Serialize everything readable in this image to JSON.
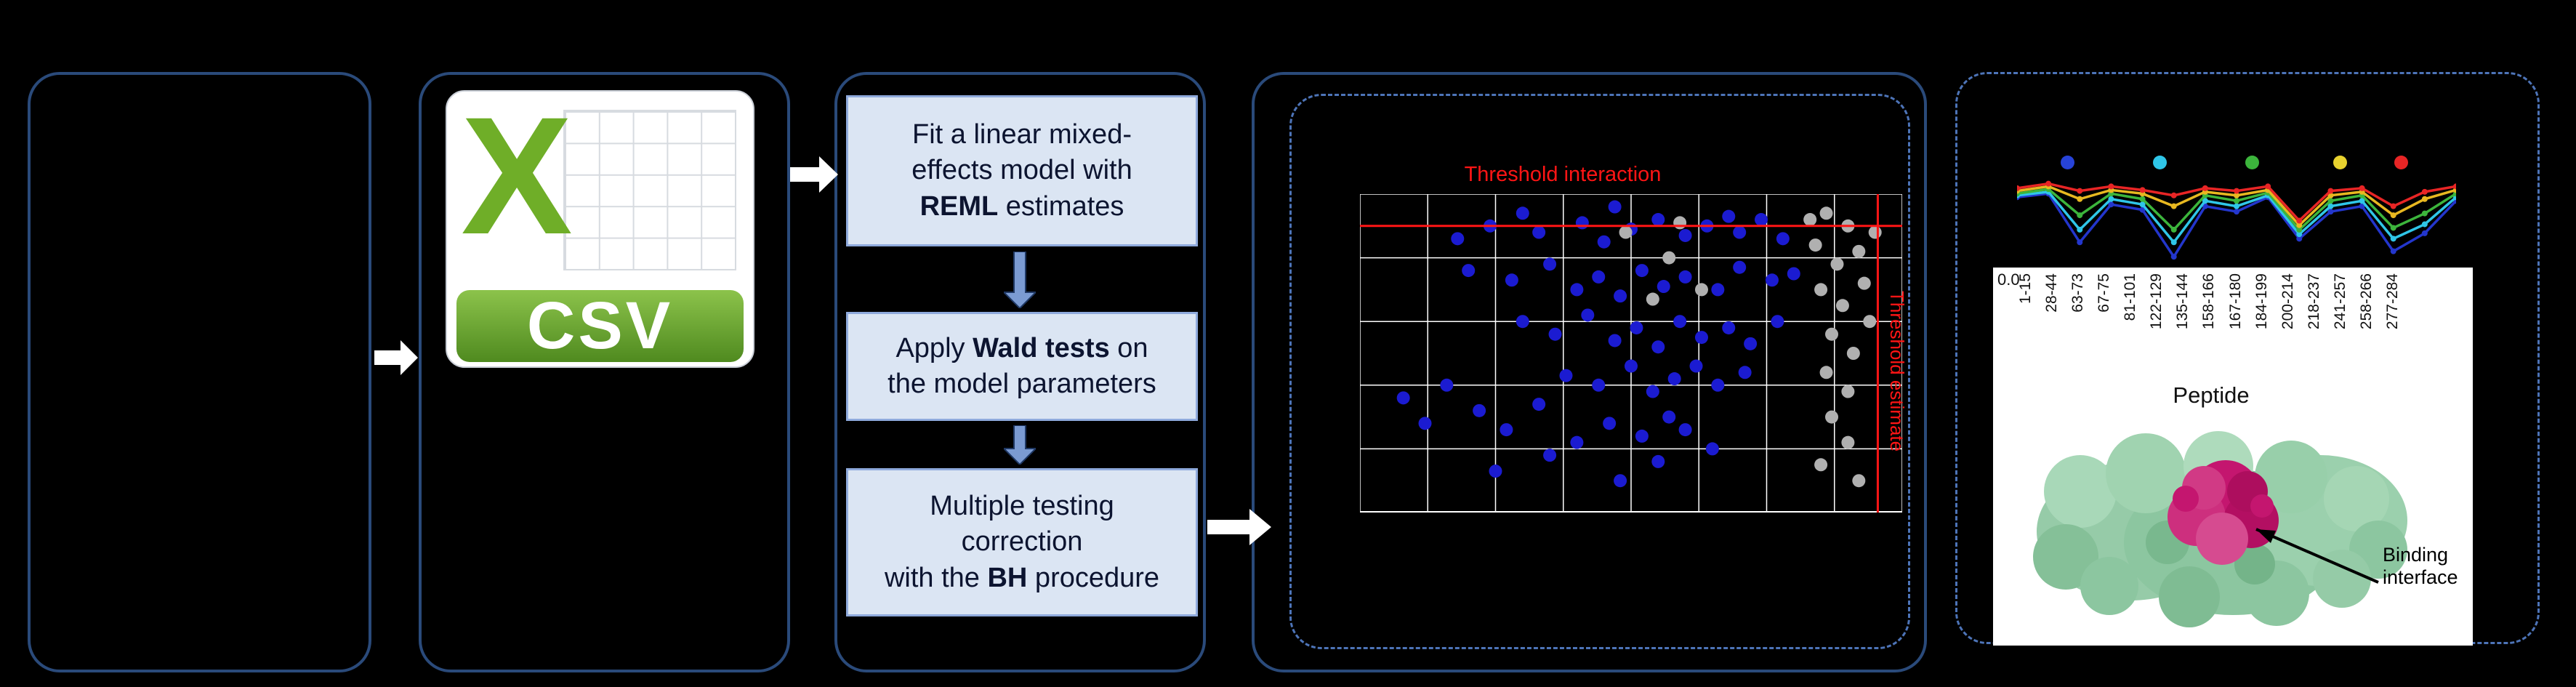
{
  "colors": {
    "background": "#000000",
    "panel_border": "#2a4a7a",
    "dashed_border": "#4d74b8",
    "step_fill": "#dbe5f3",
    "threshold_red": "#ff1515",
    "csv_green": "#5f9e2f"
  },
  "csv_icon": {
    "letter": "X",
    "label": "CSV"
  },
  "steps": [
    {
      "segments": [
        {
          "t": "Fit a linear mixed-\neffects model with\n"
        },
        {
          "t": "REML",
          "b": true
        },
        {
          "t": " estimates"
        }
      ]
    },
    {
      "segments": [
        {
          "t": "Apply "
        },
        {
          "t": "Wald tests",
          "b": true
        },
        {
          "t": " on\nthe model parameters"
        }
      ]
    },
    {
      "segments": [
        {
          "t": "Multiple testing\ncorrection\nwith the "
        },
        {
          "t": "BH",
          "b": true
        },
        {
          "t": " procedure"
        }
      ]
    }
  ],
  "protein": {
    "annotation": "Binding\ninterface"
  },
  "chart_data": [
    {
      "type": "scatter",
      "annotations": {
        "h_threshold_label": "Threshold interaction",
        "v_threshold_label": "Threshold estimate"
      },
      "grid": {
        "cols": 8,
        "rows": 5
      },
      "thresholds": {
        "h_y_pct": 10,
        "v_x_pct": 95.5,
        "color": "#ff1515"
      },
      "series": [
        {
          "name": "significant-points",
          "color": "#1b1bd1",
          "points_pct": [
            [
              30,
              6
            ],
            [
              47,
              4
            ],
            [
              68,
              7
            ],
            [
              18,
              14
            ],
            [
              24,
              10
            ],
            [
              33,
              12
            ],
            [
              41,
              9
            ],
            [
              45,
              15
            ],
            [
              50,
              11
            ],
            [
              55,
              8
            ],
            [
              60,
              13
            ],
            [
              64,
              10
            ],
            [
              70,
              12
            ],
            [
              74,
              8
            ],
            [
              78,
              14
            ],
            [
              20,
              24
            ],
            [
              28,
              27
            ],
            [
              35,
              22
            ],
            [
              40,
              30
            ],
            [
              44,
              26
            ],
            [
              48,
              32
            ],
            [
              52,
              24
            ],
            [
              56,
              29
            ],
            [
              60,
              26
            ],
            [
              66,
              30
            ],
            [
              70,
              23
            ],
            [
              76,
              27
            ],
            [
              80,
              25
            ],
            [
              30,
              40
            ],
            [
              36,
              44
            ],
            [
              42,
              38
            ],
            [
              47,
              46
            ],
            [
              51,
              42
            ],
            [
              55,
              48
            ],
            [
              59,
              40
            ],
            [
              63,
              45
            ],
            [
              68,
              42
            ],
            [
              72,
              47
            ],
            [
              77,
              40
            ],
            [
              38,
              57
            ],
            [
              44,
              60
            ],
            [
              50,
              54
            ],
            [
              54,
              62
            ],
            [
              58,
              58
            ],
            [
              62,
              54
            ],
            [
              66,
              60
            ],
            [
              71,
              56
            ],
            [
              8,
              64
            ],
            [
              12,
              72
            ],
            [
              16,
              60
            ],
            [
              22,
              68
            ],
            [
              27,
              74
            ],
            [
              33,
              66
            ],
            [
              46,
              72
            ],
            [
              52,
              76
            ],
            [
              57,
              70
            ],
            [
              40,
              78
            ],
            [
              35,
              82
            ],
            [
              60,
              74
            ],
            [
              25,
              87
            ],
            [
              48,
              90
            ],
            [
              55,
              84
            ],
            [
              65,
              80
            ]
          ]
        },
        {
          "name": "nonsignificant-points",
          "color": "#b0b0b0",
          "points_pct": [
            [
              49,
              12
            ],
            [
              57,
              20
            ],
            [
              63,
              30
            ],
            [
              54,
              33
            ],
            [
              59,
              9
            ],
            [
              83,
              8
            ],
            [
              86,
              6
            ],
            [
              90,
              10
            ],
            [
              95,
              12
            ],
            [
              84,
              16
            ],
            [
              88,
              22
            ],
            [
              92,
              18
            ],
            [
              85,
              30
            ],
            [
              89,
              35
            ],
            [
              93,
              28
            ],
            [
              87,
              44
            ],
            [
              91,
              50
            ],
            [
              94,
              40
            ],
            [
              86,
              56
            ],
            [
              90,
              62
            ],
            [
              87,
              70
            ],
            [
              90,
              78
            ],
            [
              85,
              85
            ],
            [
              92,
              90
            ]
          ]
        }
      ]
    },
    {
      "type": "line",
      "categories": [
        "1-15",
        "28-44",
        "63-73",
        "67-75",
        "81-101",
        "122-129",
        "135-144",
        "158-166",
        "167-180",
        "184-199",
        "200-214",
        "218-237",
        "241-257",
        "258-266",
        "277-284"
      ],
      "xlabel": "Peptide",
      "ytick": "0.0",
      "legend_colors": [
        "#2743d8",
        "#2fc6e8",
        "#3cb53c",
        "#e8d22e",
        "#e82525"
      ],
      "legend_dot_x_pct": [
        10,
        31,
        52,
        72,
        86
      ],
      "series": [
        {
          "name": "blue",
          "color": "#2336cc",
          "values": [
            0.78,
            0.82,
            0.28,
            0.7,
            0.64,
            0.12,
            0.68,
            0.62,
            0.78,
            0.32,
            0.62,
            0.68,
            0.18,
            0.38,
            0.74
          ]
        },
        {
          "name": "cyan",
          "color": "#2fc6e8",
          "values": [
            0.8,
            0.84,
            0.42,
            0.76,
            0.7,
            0.28,
            0.74,
            0.68,
            0.8,
            0.37,
            0.68,
            0.74,
            0.32,
            0.48,
            0.78
          ]
        },
        {
          "name": "green",
          "color": "#3cb53c",
          "values": [
            0.82,
            0.87,
            0.58,
            0.82,
            0.76,
            0.42,
            0.8,
            0.74,
            0.83,
            0.42,
            0.74,
            0.8,
            0.44,
            0.6,
            0.82
          ]
        },
        {
          "name": "yellow",
          "color": "#e8b820",
          "values": [
            0.85,
            0.9,
            0.76,
            0.86,
            0.82,
            0.68,
            0.84,
            0.8,
            0.86,
            0.47,
            0.8,
            0.84,
            0.58,
            0.76,
            0.86
          ]
        },
        {
          "name": "red",
          "color": "#e82525",
          "values": [
            0.88,
            0.93,
            0.85,
            0.9,
            0.86,
            0.8,
            0.88,
            0.85,
            0.9,
            0.52,
            0.85,
            0.88,
            0.68,
            0.84,
            0.9
          ]
        }
      ]
    }
  ]
}
